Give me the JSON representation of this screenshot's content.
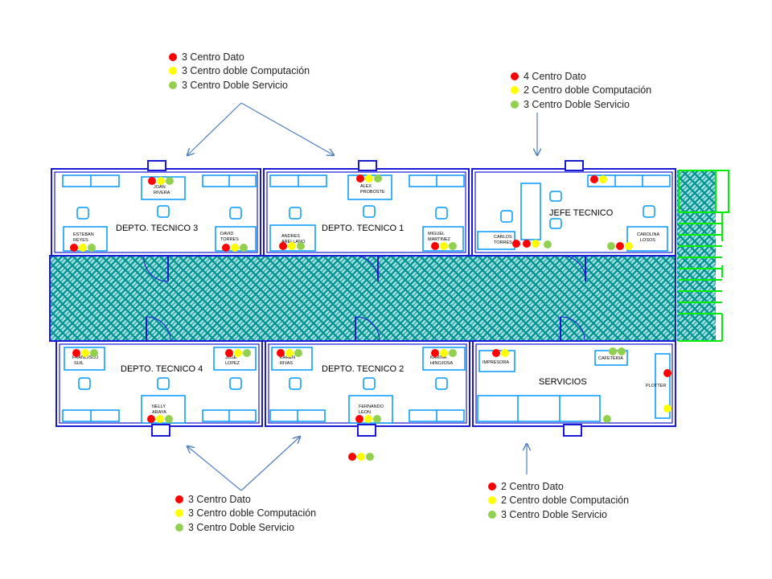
{
  "colors": {
    "wall": "#1a1ad6",
    "furniture": "#0099ff",
    "hatch": "#00a0a0",
    "stair": "#00ee00",
    "dato": "#ff0000",
    "computacion": "#ffff00",
    "servicio": "#92d050",
    "arrow": "#4f81bd"
  },
  "legends": [
    {
      "dato": "3 Centro Dato",
      "comp": "3 Centro doble Computación",
      "serv": "3 Centro Doble Servicio"
    },
    {
      "dato": "4 Centro Dato",
      "comp": "2 Centro doble Computación",
      "serv": "3 Centro Doble Servicio"
    },
    {
      "dato": "3 Centro Dato",
      "comp": "3 Centro doble Computación",
      "serv": "3 Centro Doble Servicio"
    },
    {
      "dato": "2 Centro Dato",
      "comp": "2 Centro doble Computación",
      "serv": "3 Centro Doble Servicio"
    }
  ],
  "rooms": {
    "depto3": "DEPTO. TECNICO 3",
    "depto1": "DEPTO. TECNICO 1",
    "jefe": "JEFE TECNICO",
    "depto4": "DEPTO. TECNICO 4",
    "depto2": "DEPTO. TECNICO 2",
    "servicios": "SERVICIOS"
  },
  "people": {
    "joan": [
      "JOAN",
      "RIVERA"
    ],
    "esteban": [
      "ESTEBAN",
      "REYES"
    ],
    "david": [
      "DAVID",
      "TORRES"
    ],
    "alex": [
      "ALEX",
      "PROBOSTE"
    ],
    "andres": [
      "ANDRES",
      "ARELLANO"
    ],
    "miguel": [
      "MIGUEL",
      "MARTINEZ"
    ],
    "carlos": [
      "CARLOS",
      "TORRES"
    ],
    "carolina": [
      "CAROLINA",
      "LOSOS"
    ],
    "francisco": [
      "FRANCISCO",
      "SUIL"
    ],
    "jose": [
      "JOSE",
      "LOPEZ"
    ],
    "nelly": [
      "NELLY",
      "ARAYA"
    ],
    "karen": [
      "KAREN",
      "RIVAS"
    ],
    "karina": [
      "KARINA",
      "HINOJOSA"
    ],
    "fernando": [
      "FERNANDO",
      "LEON"
    ]
  },
  "equipment": {
    "impresora": "IMPRESORA",
    "cafeteria": "CAFETERIA",
    "plotter": "PLOTTER"
  }
}
